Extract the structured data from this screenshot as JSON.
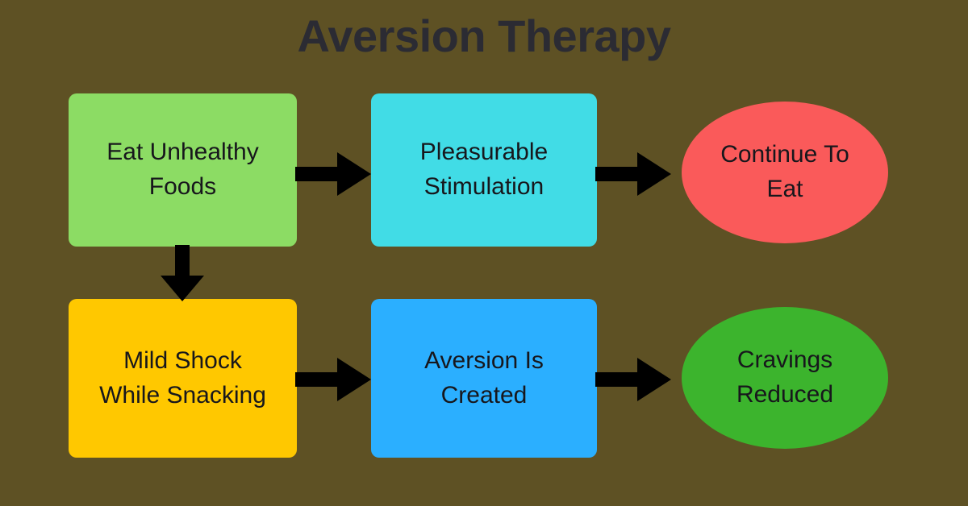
{
  "diagram": {
    "title": "Aversion Therapy",
    "background_color": "#5e5124",
    "title_color": "#2b2b33",
    "arrow_color": "#000000",
    "nodes": [
      {
        "id": "eat-unhealthy-foods",
        "label": "Eat Unhealthy\nFoods",
        "shape": "rectangle",
        "color": "#8cdc64",
        "row": "top",
        "column": 1
      },
      {
        "id": "pleasurable-stimulation",
        "label": "Pleasurable\nStimulation",
        "shape": "rectangle",
        "color": "#41dce6",
        "row": "top",
        "column": 2
      },
      {
        "id": "continue-to-eat",
        "label": "Continue To\nEat",
        "shape": "ellipse",
        "color": "#fa5a5a",
        "row": "top",
        "column": 3
      },
      {
        "id": "mild-shock-while-snacking",
        "label": "Mild Shock\nWhile Snacking",
        "shape": "rectangle",
        "color": "#ffc800",
        "row": "bottom",
        "column": 1
      },
      {
        "id": "aversion-is-created",
        "label": "Aversion Is\nCreated",
        "shape": "rectangle",
        "color": "#2bafff",
        "row": "bottom",
        "column": 2
      },
      {
        "id": "cravings-reduced",
        "label": "Cravings\nReduced",
        "shape": "ellipse",
        "color": "#3cb42d",
        "row": "bottom",
        "column": 3
      }
    ],
    "arrows": [
      {
        "id": "foods-to-stimulation",
        "from": "eat-unhealthy-foods",
        "to": "pleasurable-stimulation",
        "direction": "right"
      },
      {
        "id": "stimulation-to-continue",
        "from": "pleasurable-stimulation",
        "to": "continue-to-eat",
        "direction": "right"
      },
      {
        "id": "foods-to-shock",
        "from": "eat-unhealthy-foods",
        "to": "mild-shock-while-snacking",
        "direction": "down"
      },
      {
        "id": "shock-to-aversion",
        "from": "mild-shock-while-snacking",
        "to": "aversion-is-created",
        "direction": "right"
      },
      {
        "id": "aversion-to-cravings",
        "from": "aversion-is-created",
        "to": "cravings-reduced",
        "direction": "right"
      }
    ]
  }
}
